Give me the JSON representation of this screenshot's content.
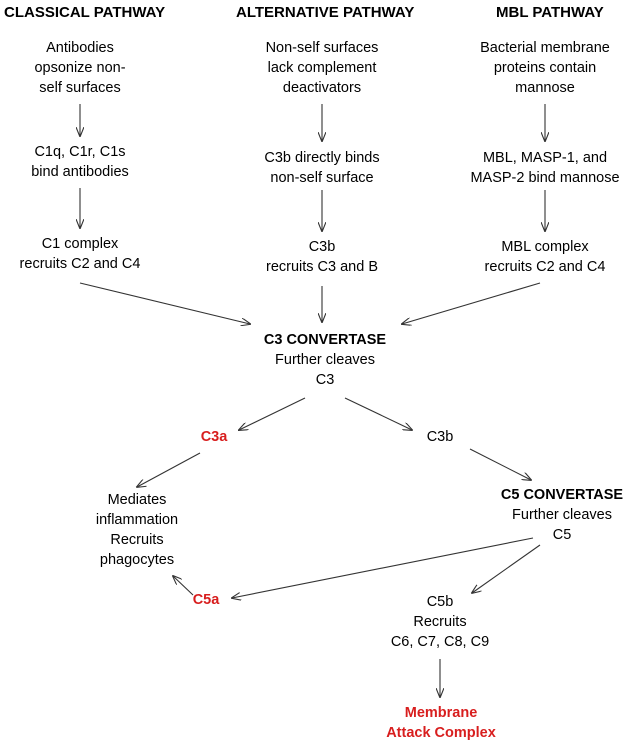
{
  "headers": {
    "classical": "CLASSICAL PATHWAY",
    "alternative": "ALTERNATIVE PATHWAY",
    "mbl": "MBL PATHWAY"
  },
  "classical": {
    "step1": [
      "Antibodies",
      "opsonize non-",
      "self surfaces"
    ],
    "step2": [
      "C1q, C1r, C1s",
      "bind antibodies"
    ],
    "step3": [
      "C1 complex",
      "recruits C2 and C4"
    ]
  },
  "alternative": {
    "step1": [
      "Non-self surfaces",
      "lack complement",
      "deactivators"
    ],
    "step2": [
      "C3b directly binds",
      "non-self surface"
    ],
    "step3": [
      "C3b",
      "recruits C3 and B"
    ]
  },
  "mbl": {
    "step1": [
      "Bacterial membrane",
      "proteins contain",
      "mannose"
    ],
    "step2": [
      "MBL, MASP-1, and",
      "MASP-2 bind mannose"
    ],
    "step3": [
      "MBL complex",
      "recruits C2 and C4"
    ]
  },
  "c3_convertase": {
    "title": "C3 CONVERTASE",
    "lines": [
      "Further cleaves",
      "C3"
    ]
  },
  "c3a": "C3a",
  "c3b": "C3b",
  "mediates": [
    "Mediates",
    "inflammation",
    "Recruits",
    "phagocytes"
  ],
  "c5_convertase": {
    "title": "C5 CONVERTASE",
    "lines": [
      "Further cleaves",
      "C5"
    ]
  },
  "c5a": "C5a",
  "c5b": [
    "C5b",
    "Recruits",
    "C6, C7, C8, C9"
  ],
  "mac": [
    "Membrane",
    "Attack Complex"
  ],
  "colors": {
    "highlight": "#d81e1e",
    "arrow": "#333333"
  }
}
